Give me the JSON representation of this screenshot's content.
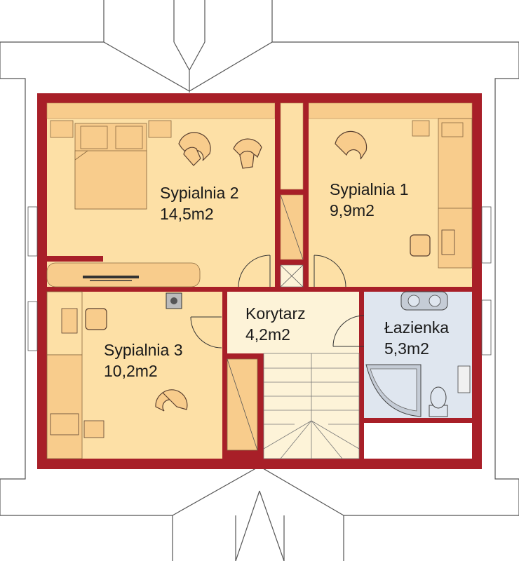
{
  "rooms": [
    {
      "id": "sypialnia-2",
      "name": "Sypialnia 2",
      "area": "14,5m2"
    },
    {
      "id": "sypialnia-1",
      "name": "Sypialnia 1",
      "area": "9,9m2"
    },
    {
      "id": "korytarz",
      "name": "Korytarz",
      "area": "4,2m2"
    },
    {
      "id": "lazienka",
      "name": "Łazienka",
      "area": "5,3m2"
    },
    {
      "id": "sypialnia-3",
      "name": "Sypialnia 3",
      "area": "10,2m2"
    }
  ],
  "colors": {
    "wall": "#a81f28",
    "room_floor": "#fde0a6",
    "room_floor_dark": "#f7c98a",
    "hall_floor": "#fdf3d8",
    "bath_floor": "#dfe6ef",
    "furniture": "#f8cc8c",
    "roof_line": "#555555"
  }
}
